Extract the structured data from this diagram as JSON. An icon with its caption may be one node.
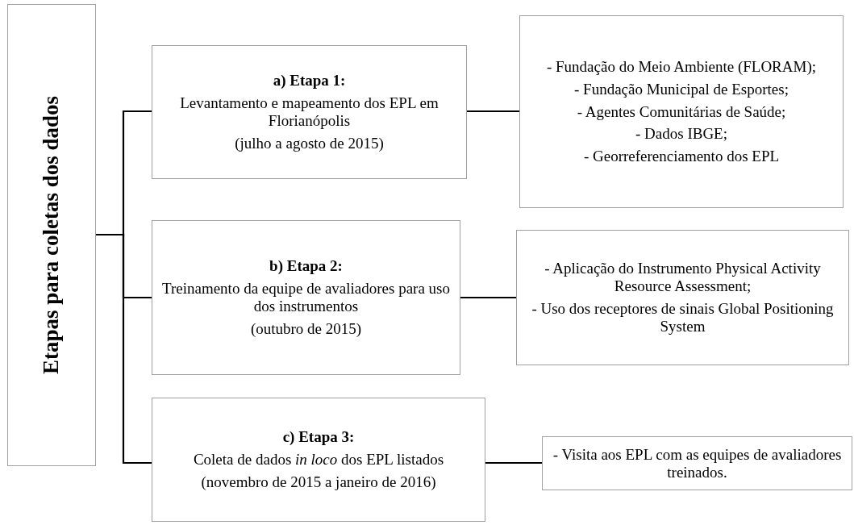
{
  "diagram": {
    "nodes": [
      {
        "text": [
          "Etapas para coletas dos dados"
        ]
      },
      {
        "text": [
          "a) Etapa 1:",
          "Levantamento e mapeamento dos EPL em Florianópolis",
          "(julho a agosto de 2015)"
        ]
      },
      {
        "text": [
          "b) Etapa 2:",
          "Treinamento da equipe de avaliadores para uso dos instrumentos",
          "(outubro de 2015)"
        ]
      },
      {
        "text": [
          "c) Etapa 3:",
          "Coleta de dados *in loco* dos EPL listados",
          "(novembro de 2015 a janeiro de 2016)"
        ]
      },
      {
        "text": [
          "- Fundação do Meio Ambiente (FLORAM);",
          "- Fundação Municipal de Esportes;",
          "- Agentes Comunitárias de Saúde;",
          "- Dados IBGE;",
          "- Georreferenciamento dos EPL"
        ]
      },
      {
        "text": [
          "- Aplicação do Instrumento Physical Activity Resource Assessment;",
          "- Uso dos receptores de sinais Global Positioning System"
        ]
      },
      {
        "text": [
          "- Visita aos EPL com as equipes de avaliadores treinados."
        ]
      }
    ],
    "edges": [
      {
        "from": 0,
        "to": 1,
        "arrow": "none"
      },
      {
        "from": 0,
        "to": 2,
        "arrow": "none"
      },
      {
        "from": 0,
        "to": 3,
        "arrow": "none"
      },
      {
        "from": 1,
        "to": 4,
        "arrow": "none"
      },
      {
        "from": 2,
        "to": 5,
        "arrow": "none"
      },
      {
        "from": 3,
        "to": 6,
        "arrow": "none"
      }
    ]
  }
}
